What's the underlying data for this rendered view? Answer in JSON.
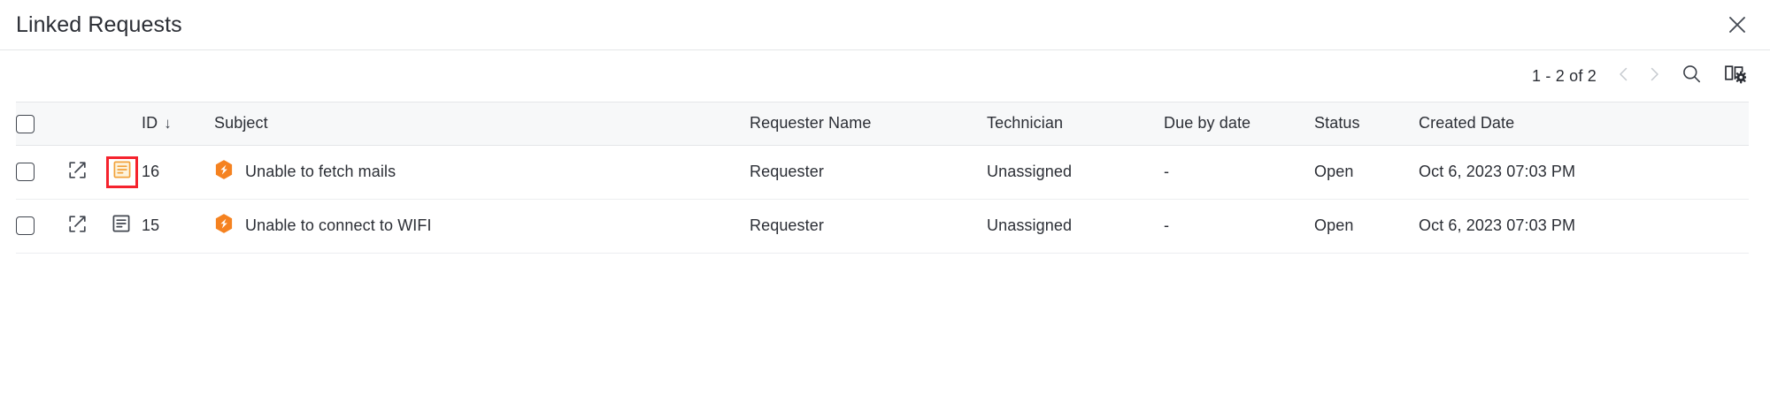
{
  "dialog": {
    "title": "Linked Requests",
    "close_icon": "close-icon"
  },
  "toolbar": {
    "page_count": "1 - 2 of 2",
    "prev_icon": "chevron-left-icon",
    "next_icon": "chevron-right-icon",
    "search_icon": "search-icon",
    "columns_icon": "column-settings-icon"
  },
  "table": {
    "columns": [
      {
        "key": "checkbox",
        "label": ""
      },
      {
        "key": "open",
        "label": ""
      },
      {
        "key": "note",
        "label": ""
      },
      {
        "key": "id",
        "label": "ID",
        "sort": "desc",
        "sort_glyph": "↓"
      },
      {
        "key": "subject",
        "label": "Subject"
      },
      {
        "key": "requester",
        "label": "Requester Name"
      },
      {
        "key": "technician",
        "label": "Technician"
      },
      {
        "key": "due",
        "label": "Due by date"
      },
      {
        "key": "status",
        "label": "Status"
      },
      {
        "key": "created",
        "label": "Created Date"
      }
    ],
    "rows": [
      {
        "id": "16",
        "subject": "Unable to fetch mails",
        "requester": "Requester",
        "technician": "Unassigned",
        "due": "-",
        "status": "Open",
        "created": "Oct 6, 2023 07:03 PM",
        "note_highlighted": true,
        "priority_icon": "priority-hexagon-icon",
        "open_icon": "external-link-icon",
        "note_icon": "note-icon"
      },
      {
        "id": "15",
        "subject": "Unable to connect to WIFI",
        "requester": "Requester",
        "technician": "Unassigned",
        "due": "-",
        "status": "Open",
        "created": "Oct 6, 2023 07:03 PM",
        "note_highlighted": false,
        "priority_icon": "priority-hexagon-icon",
        "open_icon": "external-link-icon",
        "note_icon": "note-icon"
      }
    ]
  },
  "colors": {
    "accent_orange": "#f58220",
    "note_highlight_border": "#f5222d",
    "note_active_stroke": "#f2a33c",
    "note_active_fill": "#fdf3dd",
    "header_bg": "#f7f8f9",
    "text": "#2b2e35",
    "border": "#e4e6e8",
    "icon_grey": "#41464f",
    "chevron_disabled": "#c6cacf"
  }
}
